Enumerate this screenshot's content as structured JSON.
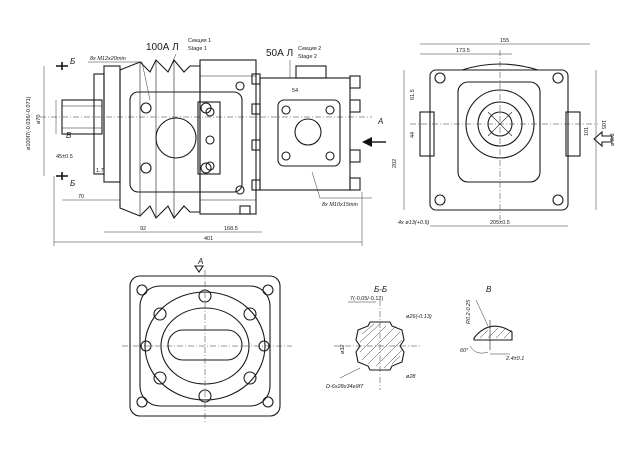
{
  "labels": {
    "section1_main": "100А Л",
    "section1_sub1": "Секция 1",
    "section1_sub2": "Stage 1",
    "section2_main": "50А Л",
    "section2_sub1": "Секция 2",
    "section2_sub2": "Stage 2",
    "cut_b": "Б",
    "view_a": "А",
    "view_v": "В",
    "section_bb": "Б-Б",
    "detail_v": "В"
  },
  "dims": {
    "thread_top": "8х М12х20min",
    "thread_bot": "8х М10х15min",
    "d_left_1": "ø100f7(-0.036/-0.071)",
    "d_left_2": "ø70",
    "d_45": "45±0.5",
    "d_1_7": "1.7",
    "d_70": "70",
    "d_92": "92",
    "d_1685": "168.5",
    "d_401": "401",
    "d_54": "54",
    "d_right_155": "155",
    "d_right_1735": "173.5",
    "d_right_615": "61.5",
    "d_right_44": "44",
    "d_right_101": "101",
    "d_right_105": "105",
    "d_right_202": "202",
    "d_right_205": "205±0.5",
    "d_right_holes": "4х ø13(+0.5)",
    "d_right_ref": "ø 9.3",
    "bb_7": "7(-0.05/-0.12)",
    "bb_26": "ø26(-0.13)",
    "bb_32": "ø32",
    "bb_28": "ø28",
    "bb_spline": "D-6х28х34е9f7",
    "v_r": "R0.2-0.25",
    "v_60": "60°",
    "v_24": "2.4±0.1"
  }
}
